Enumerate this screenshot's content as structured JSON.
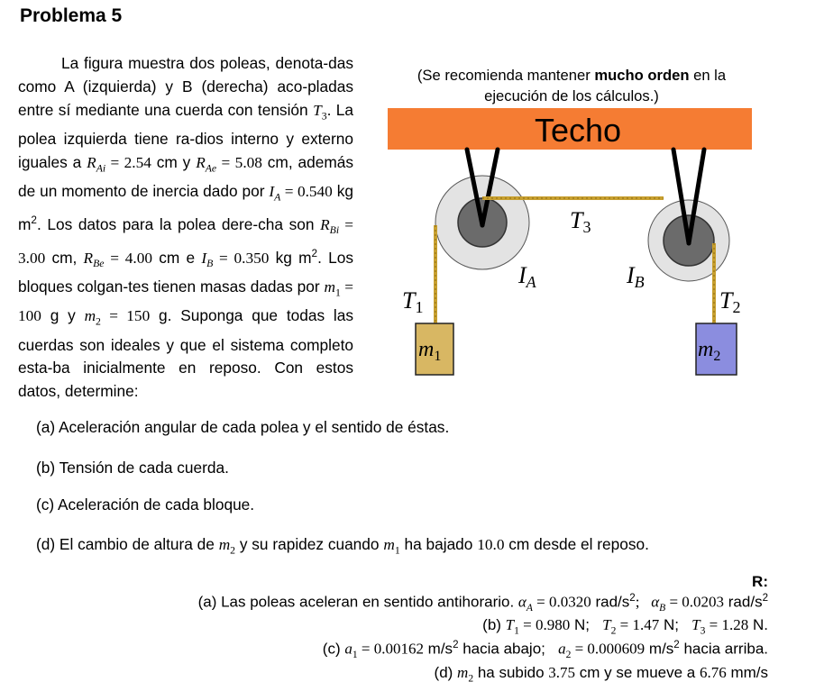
{
  "title": "Problema 5",
  "intro": {
    "p1": "La figura muestra dos poleas, denota-das como A (izquierda) y B (derecha) aco-pladas entre sí mediante una cuerda con tensión",
    "T3": "T",
    "T3sub": "3",
    "p2": ". La polea izquierda tiene ra-dios interno y externo iguales a",
    "RAi": "R",
    "RAisub": "Ai",
    "eq1": " = 2.54",
    "cm1": " cm y ",
    "RAe": "R",
    "RAesub": "Ae",
    "eq2": " = 5.08",
    "p3": " cm, además de un momento de inercia dado por ",
    "IA": "I",
    "IAsub": "A",
    "eq3": " = 0.540",
    "unitIA": " kg m",
    "sq": "2",
    "p4": ". Los datos para la polea dere-cha son ",
    "RBi": "R",
    "RBisub": "Bi",
    "eq4": " = 3.00",
    "cm2": " cm, ",
    "RBe": "R",
    "RBesub": "Be",
    "eq5": " = 4.00",
    "cm3": " cm e ",
    "IB": "I",
    "IBsub": "B",
    "eq6": " = 0.350",
    "unitIB": " kg m",
    "p5": ". Los bloques colgan-tes tienen masas dadas por ",
    "m1": "m",
    "m1sub": "1",
    "eq7": " = 100",
    "g1": " g y ",
    "m2": "m",
    "m2sub": "2",
    "eq8": " = 150",
    "p6": " g. Suponga que todas las cuerdas son ideales y que el sistema completo esta-ba inicialmente en reposo. Con estos datos, determine:"
  },
  "note": {
    "pre": "(Se recomienda mantener ",
    "bold": "mucho orden",
    "post": " en la ejecución de los cálculos.)"
  },
  "figure": {
    "ceiling_label": "Techo",
    "label_T3": "T",
    "label_T3sub": "3",
    "label_T1": "T",
    "label_T1sub": "1",
    "label_T2": "T",
    "label_T2sub": "2",
    "label_IA": "I",
    "label_IAsub": "A",
    "label_IB": "I",
    "label_IBsub": "B",
    "label_m1": "m",
    "label_m1sub": "1",
    "label_m2": "m",
    "label_m2sub": "2",
    "colors": {
      "ceiling": "#f57c33",
      "rope": "#c8a030",
      "pulley_outer": "#e3e3e3",
      "pulley_inner": "#6b6b6b",
      "block1": "#d8b763",
      "block2": "#8b8ddf"
    }
  },
  "questions": {
    "a": "(a)  Aceleración angular de cada polea y el sentido de éstas.",
    "b": "(b)  Tensión de cada cuerda.",
    "c": "(c)  Aceleración de cada bloque.",
    "d_pre": "(d)  El cambio de altura de ",
    "d_m2": "m",
    "d_m2sub": "2",
    "d_mid": " y su rapidez cuando ",
    "d_m1": "m",
    "d_m1sub": "1",
    "d_mid2": " ha bajado ",
    "d_val": "10.0",
    "d_post": " cm desde el reposo."
  },
  "answers": {
    "label": "R:",
    "a_pre": "(a) Las poleas aceleran en sentido antihorario. ",
    "a_alphaA": "α",
    "a_alphaAsub": "A",
    "a_alphaAval": " = 0.0320",
    "a_unit1": " rad/s",
    "a_alphaB": "α",
    "a_alphaBsub": "B",
    "a_alphaBval": " = 0.0203",
    "a_unit2": " rad/s",
    "b_pre": "(b) ",
    "b_T1": "T",
    "b_T1sub": "1",
    "b_T1val": " = 0.980",
    "b_N1": " N;   ",
    "b_T2": "T",
    "b_T2sub": "2",
    "b_T2val": " = 1.47",
    "b_N2": " N;   ",
    "b_T3": "T",
    "b_T3sub": "3",
    "b_T3val": " = 1.28",
    "b_N3": " N.",
    "c_pre": "(c) ",
    "c_a1": "a",
    "c_a1sub": "1",
    "c_a1val": " = 0.00162",
    "c_unit1": " m/s",
    "c_dir1": " hacia abajo;   ",
    "c_a2": "a",
    "c_a2sub": "2",
    "c_a2val": " = 0.000609",
    "c_unit2": " m/s",
    "c_dir2": " hacia arriba.",
    "d_pre": "(d) ",
    "d_m2": "m",
    "d_m2sub": "2",
    "d_mid": " ha subido ",
    "d_h": "3.75",
    "d_mid2": " cm y se mueve a ",
    "d_v": "6.76",
    "d_post": " mm/s"
  }
}
